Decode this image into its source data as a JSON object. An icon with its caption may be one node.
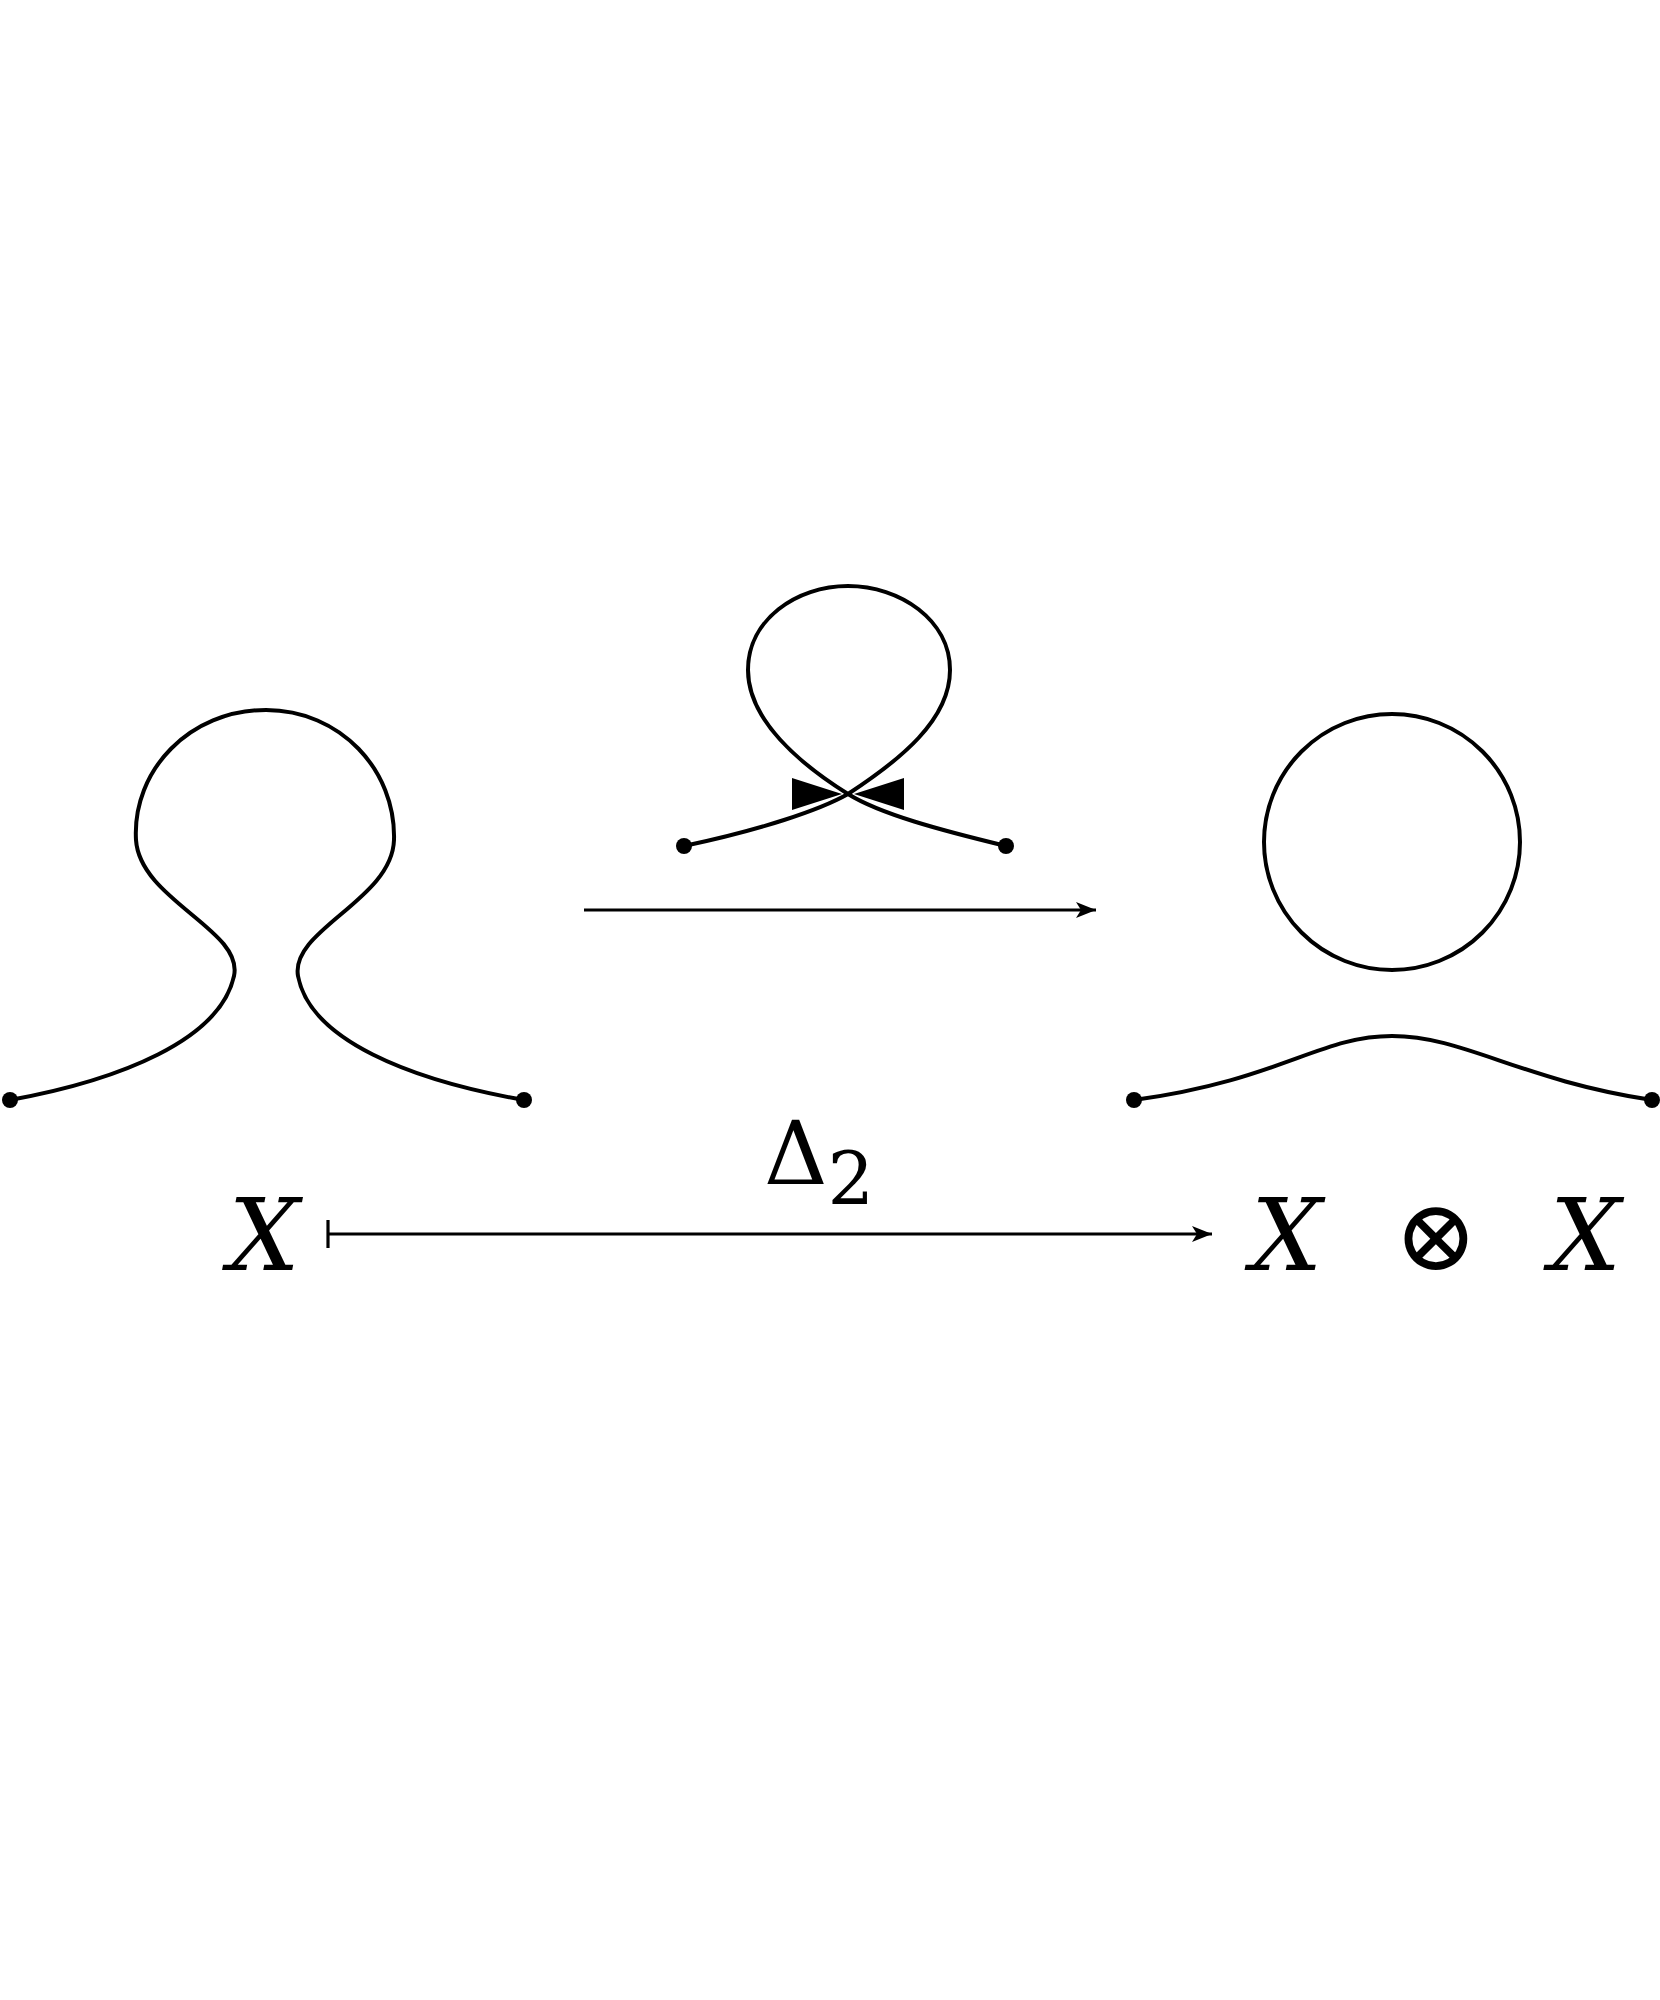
{
  "diagram": {
    "nodes": [
      {
        "text": [],
        "shape": "picture"
      },
      {
        "text": [],
        "shape": "picture"
      },
      {
        "text": [
          "X"
        ]
      },
      {
        "text": [
          "*X* ⊗ *X*"
        ]
      }
    ],
    "edges": [
      {
        "from": 0,
        "to": 1,
        "arrow": "to"
      },
      {
        "from": 2,
        "to": 3,
        "arrow": "to",
        "label": "Δ$_{2}$"
      }
    ]
  }
}
